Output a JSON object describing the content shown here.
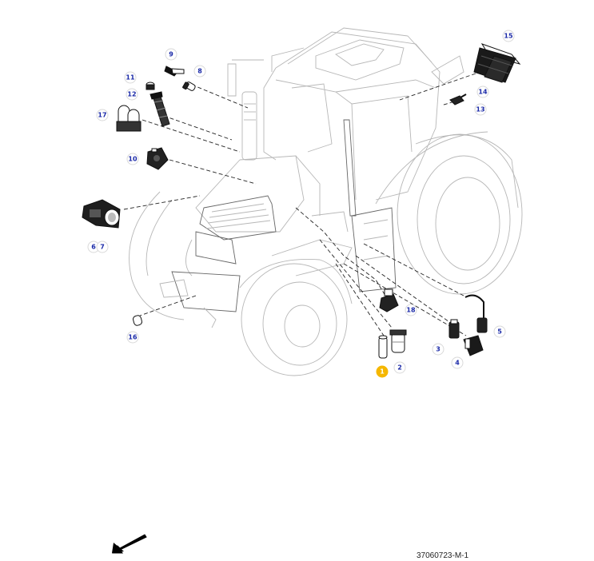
{
  "document": {
    "code": "37060723-M-1"
  },
  "callouts": [
    {
      "id": "c15",
      "label": "15"
    },
    {
      "id": "c9",
      "label": "9"
    },
    {
      "id": "c8",
      "label": "8"
    },
    {
      "id": "c11",
      "label": "11"
    },
    {
      "id": "c12",
      "label": "12"
    },
    {
      "id": "c14",
      "label": "14"
    },
    {
      "id": "c13",
      "label": "13"
    },
    {
      "id": "c17",
      "label": "17"
    },
    {
      "id": "c10",
      "label": "10"
    },
    {
      "id": "c6",
      "label": "6"
    },
    {
      "id": "c7",
      "label": "7"
    },
    {
      "id": "c18",
      "label": "18"
    },
    {
      "id": "c16",
      "label": "16"
    },
    {
      "id": "c5",
      "label": "5"
    },
    {
      "id": "c3",
      "label": "3"
    },
    {
      "id": "c1",
      "label": "1"
    },
    {
      "id": "c2",
      "label": "2"
    },
    {
      "id": "c4",
      "label": "4"
    }
  ],
  "colors": {
    "callout_text": "#1b2aa8",
    "highlight": "#f5b700"
  },
  "icons": {
    "direction": "arrow-icon"
  }
}
